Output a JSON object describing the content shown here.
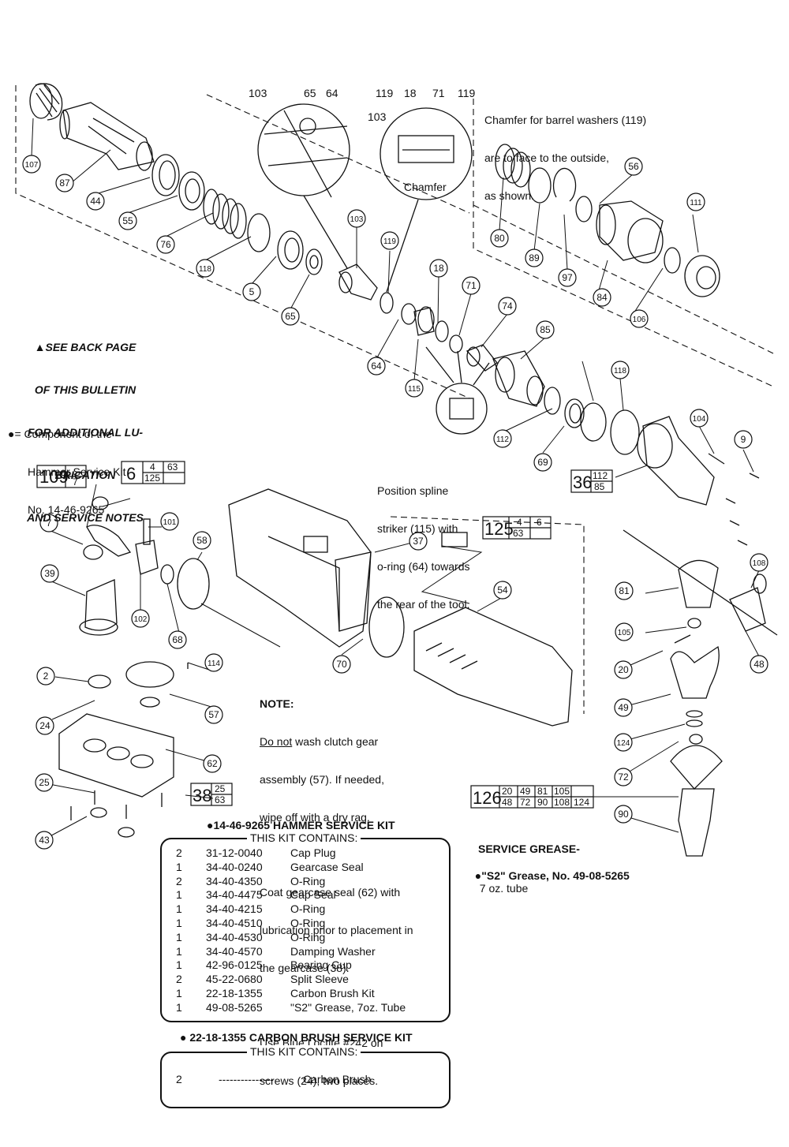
{
  "callouts": [
    "107",
    "87",
    "44",
    "55",
    "76",
    "118",
    "5",
    "65",
    "103",
    "119",
    "18",
    "71",
    "64",
    "115",
    "74",
    "85",
    "112",
    "69",
    "80",
    "89",
    "97",
    "56",
    "84",
    "106",
    "111",
    "104",
    "9",
    "7",
    "39",
    "101",
    "102",
    "58",
    "68",
    "37",
    "70",
    "54",
    "2",
    "24",
    "114",
    "57",
    "62",
    "25",
    "43",
    "108",
    "81",
    "105",
    "20",
    "48",
    "49",
    "124",
    "72",
    "90"
  ],
  "detail_labels": {
    "left_circle": [
      "103",
      "65",
      "64"
    ],
    "right_circle": [
      "119",
      "18",
      "71",
      "119",
      "103"
    ],
    "chamfer": "Chamfer"
  },
  "boxes": {
    "b109": {
      "main": "109",
      "top": "",
      "bottom": "7"
    },
    "b6": {
      "main": "6",
      "top_a": "4",
      "top_b": "63",
      "bottom": "125"
    },
    "b125": {
      "main": "125",
      "top_a": "4",
      "top_b": "6",
      "bottom": "63"
    },
    "b36": {
      "main": "36",
      "top": "112",
      "bottom": "85"
    },
    "b38": {
      "main": "38",
      "top": "25",
      "bottom": "63"
    },
    "b126": {
      "main": "126",
      "top": [
        "20",
        "49",
        "81",
        "105",
        ""
      ],
      "bottom": [
        "48",
        "72",
        "90",
        "108",
        "124"
      ]
    }
  },
  "notes": {
    "chamfer_note": [
      "Chamfer for barrel washers (119)",
      "are to face to the outside,",
      "as shown."
    ],
    "back_page": [
      "▲SEE BACK PAGE",
      "OF THIS BULLETIN",
      "FOR ADDITIONAL LU-",
      "BRICATION",
      "AND SERVICE NOTES"
    ],
    "component_note": [
      "●= Component of the",
      "Hammer Service Kit",
      "No. 14-46-9265"
    ],
    "spline_note": [
      "Position spline",
      "striker (115) with",
      "o-ring (64) towards",
      "the rear of the tool."
    ],
    "note_title": "NOTE:",
    "note_do_not": "Do not",
    "note_lines": [
      " wash clutch gear",
      "assembly (57). If needed,",
      "wipe off with a dry rag."
    ],
    "note_coat": [
      "Coat gearcase seal (62) with",
      "lubrication prior to placement in",
      "the gearcase (38)."
    ],
    "note_loctite": [
      "Use Blue Loctite #242 on",
      "screws (24), two places."
    ],
    "service_grease_title": "SERVICE GREASE-",
    "service_grease_item": "●\"S2\" Grease, No. 49-08-5265",
    "service_grease_size": "7 oz. tube"
  },
  "hammer_kit": {
    "title": "●14-46-9265 HAMMER SERVICE KIT",
    "contains": "THIS KIT CONTAINS:",
    "rows": [
      {
        "qty": "2",
        "part": "31-12-0040",
        "desc": "Cap Plug"
      },
      {
        "qty": "1",
        "part": "34-40-0240",
        "desc": "Gearcase Seal"
      },
      {
        "qty": "2",
        "part": "34-40-4350",
        "desc": "O-Ring"
      },
      {
        "qty": "1",
        "part": "34-40-4475",
        "desc": "Cap Seal"
      },
      {
        "qty": "1",
        "part": "34-40-4215",
        "desc": "O-Ring"
      },
      {
        "qty": "1",
        "part": "34-40-4510",
        "desc": "O-Ring"
      },
      {
        "qty": "1",
        "part": "34-40-4530",
        "desc": "O-Ring"
      },
      {
        "qty": "1",
        "part": "34-40-4570",
        "desc": "Damping Washer"
      },
      {
        "qty": "1",
        "part": "42-96-0125",
        "desc": "Bearing Cup"
      },
      {
        "qty": "2",
        "part": "45-22-0680",
        "desc": "Split Sleeve"
      },
      {
        "qty": "1",
        "part": "22-18-1355",
        "desc": "Carbon Brush Kit"
      },
      {
        "qty": "1",
        "part": "49-08-5265",
        "desc": "\"S2\" Grease, 7oz. Tube"
      }
    ]
  },
  "brush_kit": {
    "title": "● 22-18-1355 CARBON BRUSH SERVICE KIT",
    "contains": "THIS KIT CONTAINS:",
    "rows": [
      {
        "qty": "2",
        "part": "---------------",
        "desc": "Carbon Brush"
      }
    ]
  }
}
